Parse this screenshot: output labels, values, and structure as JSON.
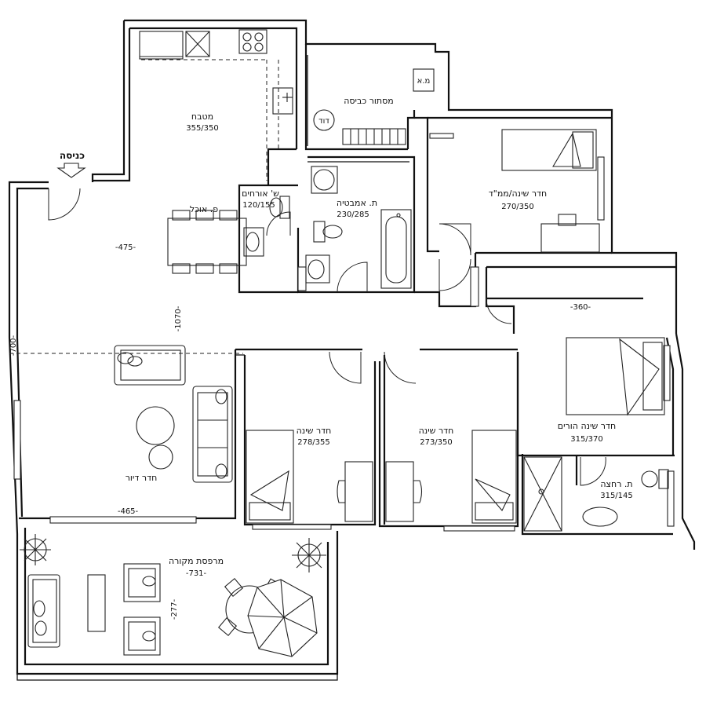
{
  "rooms": {
    "kitchen": {
      "name": "מטבח",
      "dims": "355/350"
    },
    "laundry": {
      "name": "מסתור כביסה",
      "boiler": "דוד",
      "ac": "מ.א"
    },
    "guest_wc": {
      "name": "ש' אורחים",
      "dims": "120/155"
    },
    "bath": {
      "name": "ת. אמבטיה",
      "dims": "230/285"
    },
    "mamad": {
      "name": "חדר שינה/ממ\"ד",
      "dims": "270/350"
    },
    "dining": {
      "name": "פ. אוכל"
    },
    "living": {
      "name": "חדר דיור"
    },
    "bed1": {
      "name": "חדר שינה",
      "dims": "278/355"
    },
    "bed2": {
      "name": "חדר שינה",
      "dims": "273/350"
    },
    "master": {
      "name": "חדר שינה הורים",
      "dims": "315/370"
    },
    "shower": {
      "name": "ת. רחצה",
      "dims": "315/145"
    },
    "balcony": {
      "name": "מרפסת מקורה",
      "dims": "-731-"
    }
  },
  "entry": {
    "label": "כניסה"
  },
  "dimensions": {
    "d475": "-475-",
    "d1070": "-1070-",
    "d700": "-700-",
    "d465": "-465-",
    "d360": "-360-",
    "d277": "-277-"
  },
  "icons": [
    "entry-arrow-icon",
    "plant-icon",
    "umbrella-icon",
    "sofa-icon",
    "bed-icon",
    "toilet-icon",
    "sink-icon",
    "bathtub-icon",
    "stove-icon",
    "shower-icon"
  ]
}
